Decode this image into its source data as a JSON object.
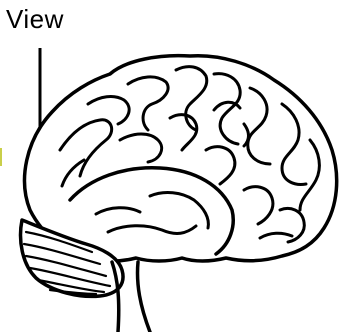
{
  "label": {
    "text": "View"
  },
  "colors": {
    "ink": "#000000",
    "paper": "#ffffff",
    "marker": "#c9cf4a"
  },
  "figure": {
    "subject": "brain-side-view",
    "arrow_direction": "down"
  }
}
